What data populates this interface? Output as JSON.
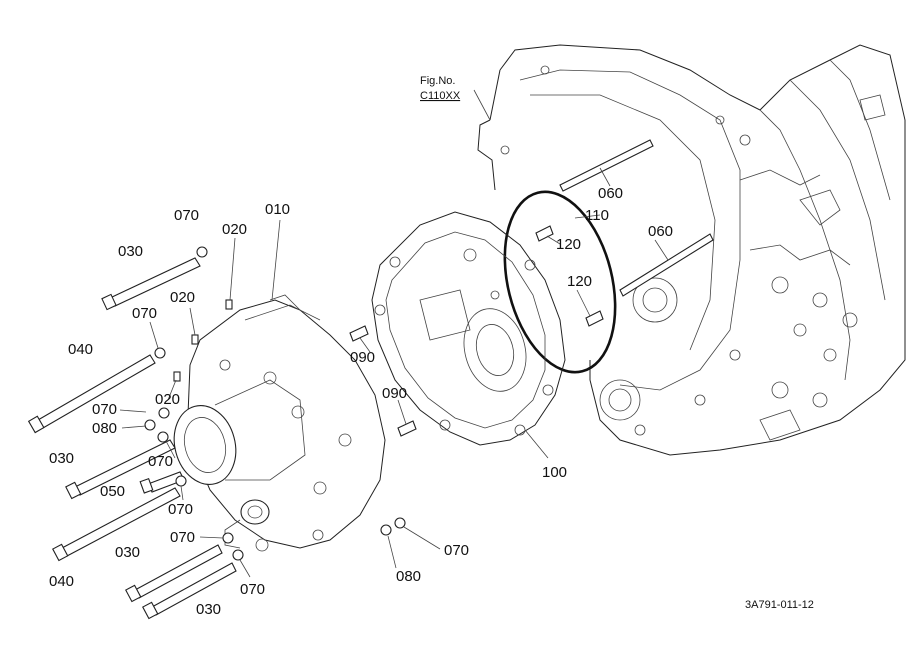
{
  "figure": {
    "fig_no_label": "Fig.No.",
    "fig_no_value": "C110XX",
    "drawing_code": "3A791-011-12"
  },
  "callouts": {
    "c010": "010",
    "c020_top": "020",
    "c020_mid": "020",
    "c020_low": "020",
    "c030_top": "030",
    "c030_mid": "030",
    "c030_low1": "030",
    "c030_low2": "030",
    "c040_top": "040",
    "c040_low": "040",
    "c050": "050",
    "c060_top": "060",
    "c060_mid": "060",
    "c070_a": "070",
    "c070_b": "070",
    "c070_c": "070",
    "c070_d": "070",
    "c070_e": "070",
    "c070_f": "070",
    "c070_g": "070",
    "c070_h": "070",
    "c080_left": "080",
    "c080_bottom": "080",
    "c090_upper": "090",
    "c090_lower": "090",
    "c100": "100",
    "c110": "110",
    "c120_upper": "120",
    "c120_lower": "120"
  }
}
